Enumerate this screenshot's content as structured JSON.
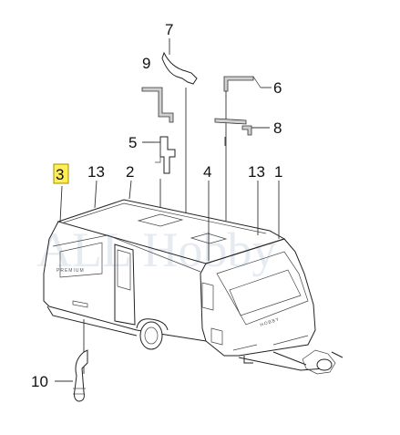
{
  "diagram": {
    "watermark": "ALL Hobby",
    "brand_front": "HOBBY",
    "brand_side": "PREMIUM",
    "callouts": [
      "7",
      "9",
      "6",
      "5",
      "8",
      "3",
      "13",
      "2",
      "4",
      "13",
      "1",
      "10"
    ],
    "highlighted_callout": "3",
    "highlight_color": "#ffee55"
  }
}
